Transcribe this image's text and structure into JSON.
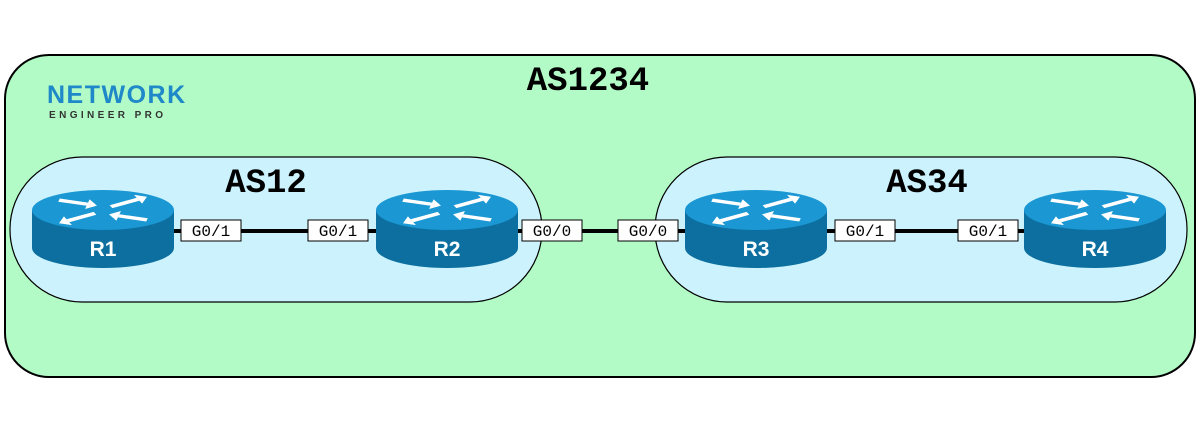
{
  "diagram": {
    "outer_as": {
      "label": "AS1234"
    },
    "left_as": {
      "label": "AS12"
    },
    "right_as": {
      "label": "AS34"
    },
    "logo": {
      "line1": "NETWORK",
      "line2": "ENGINEER PRO"
    },
    "routers": [
      {
        "id": "R1",
        "label": "R1"
      },
      {
        "id": "R2",
        "label": "R2"
      },
      {
        "id": "R3",
        "label": "R3"
      },
      {
        "id": "R4",
        "label": "R4"
      }
    ],
    "links": [
      {
        "from": "R1",
        "to": "R2",
        "from_port": "G0/1",
        "to_port": "G0/1"
      },
      {
        "from": "R2",
        "to": "R3",
        "from_port": "G0/0",
        "to_port": "G0/0"
      },
      {
        "from": "R3",
        "to": "R4",
        "from_port": "G0/1",
        "to_port": "G0/1"
      }
    ]
  },
  "colors": {
    "outer_fill": "#b3fbc6",
    "inner_fill": "#ccf3fd",
    "router_top": "#1b97d3",
    "router_side": "#0c6f9f",
    "logo_blue": "#1e88c8"
  }
}
